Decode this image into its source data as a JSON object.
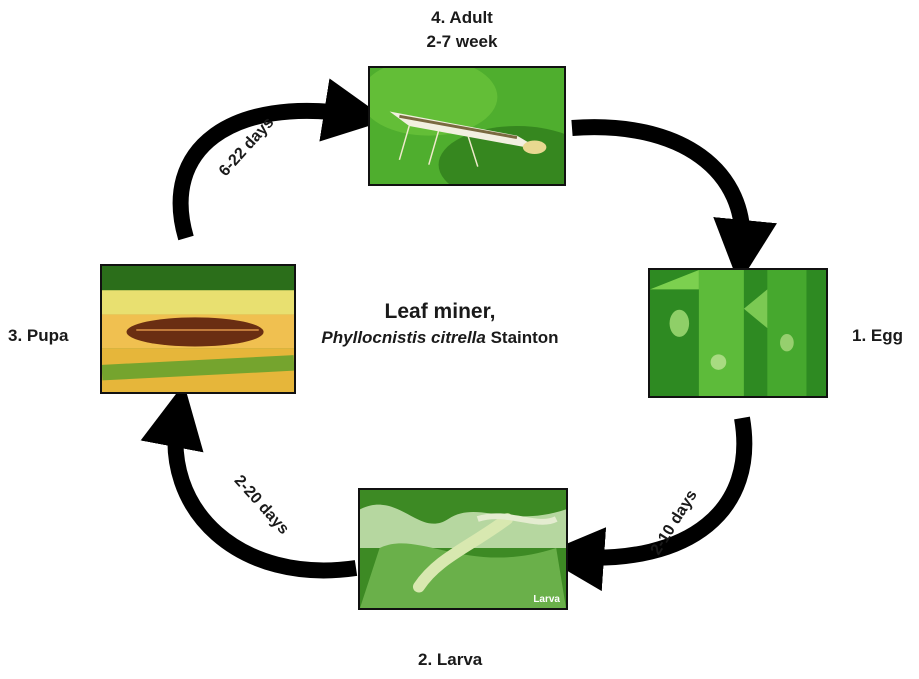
{
  "title": {
    "main": "Leaf miner,",
    "genus": "Phyllocnistis",
    "species": "citrella",
    "authority": "Stainton"
  },
  "stages": {
    "adult": {
      "label": "4. Adult",
      "sublabel": "2-7 week"
    },
    "egg": {
      "label": "1. Egg"
    },
    "larva": {
      "label": "2. Larva",
      "photo_caption": "Larva"
    },
    "pupa": {
      "label": "3. Pupa"
    }
  },
  "durations": {
    "egg_to_larva": "2-10 days",
    "larva_to_pupa": "2-20 days",
    "pupa_to_adult": "6-22 days"
  },
  "colors": {
    "arrow": "#000000",
    "leaf_green": "#3f9a2a",
    "text": "#1a1a1a"
  }
}
